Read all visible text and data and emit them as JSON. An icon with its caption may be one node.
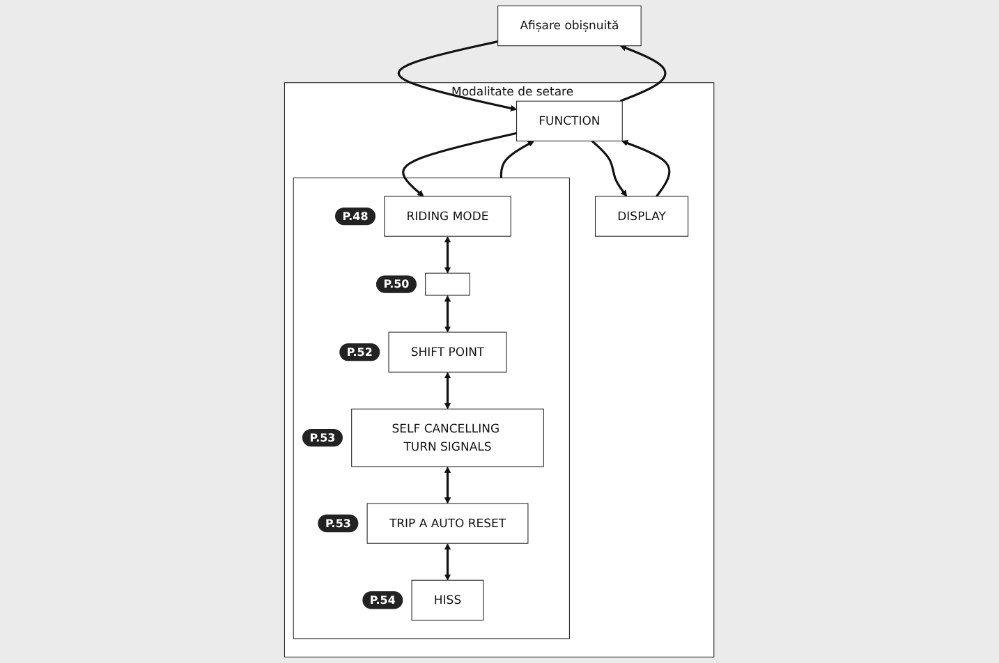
{
  "diagram": {
    "nodes": [
      {
        "text": [
          "Afișare obișnuită"
        ]
      },
      {
        "text": [
          "Modalitate de setare"
        ]
      },
      {
        "text": [
          "FUNCTION"
        ],
        "in": 1
      },
      {
        "text": [
          "DISPLAY"
        ],
        "in": 1
      },
      {
        "text": [],
        "shape": "box",
        "in": 1
      },
      {
        "text": [
          "RIDING MODE"
        ],
        "in": 4,
        "beside": [
          "P.48"
        ]
      },
      {
        "text": [],
        "shape": "box",
        "in": 4,
        "beside": [
          "P.50"
        ]
      },
      {
        "text": [
          "SHIFT POINT"
        ],
        "in": 4,
        "beside": [
          "P.52"
        ]
      },
      {
        "text": [
          "SELF CANCELLING TURN SIGNALS"
        ],
        "in": 4,
        "beside": [
          "P.53"
        ]
      },
      {
        "text": [
          "TRIP A AUTO RESET"
        ],
        "in": 4,
        "beside": [
          "P.53"
        ]
      },
      {
        "text": [
          "HISS"
        ],
        "in": 4,
        "beside": [
          "P.54"
        ]
      }
    ],
    "edges": [
      {
        "from": 0,
        "to": 2,
        "arrow": "to"
      },
      {
        "from": 2,
        "to": 5,
        "arrow": "to"
      },
      {
        "from": 4,
        "to": 2,
        "arrow": "to"
      },
      {
        "from": 2,
        "to": 0,
        "arrow": "to"
      },
      {
        "from": 2,
        "to": 3,
        "arrow": "to"
      },
      {
        "from": 3,
        "to": 2,
        "arrow": "to"
      },
      {
        "from": 5,
        "to": 6,
        "arrow": "both"
      },
      {
        "from": 6,
        "to": 7,
        "arrow": "both"
      },
      {
        "from": 7,
        "to": 8,
        "arrow": "both"
      },
      {
        "from": 8,
        "to": 9,
        "arrow": "both"
      },
      {
        "from": 9,
        "to": 10,
        "arrow": "both"
      }
    ]
  }
}
